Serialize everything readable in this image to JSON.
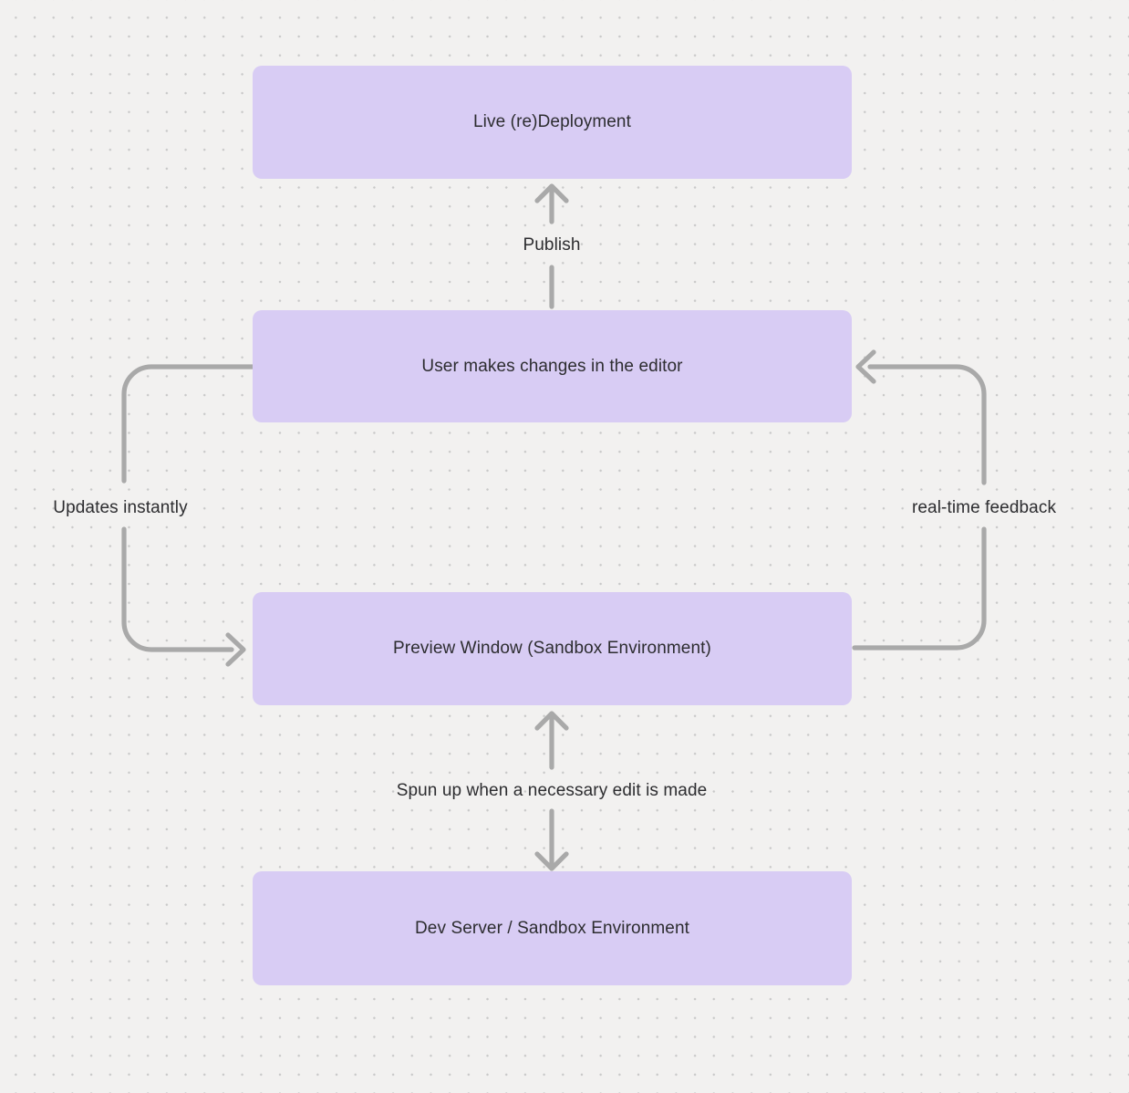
{
  "canvas": {
    "background_color": "#f2f1f0",
    "dot_color": "#c8c8c8",
    "node_fill": "#d8ccf4",
    "arrow_color": "#a9a9a9",
    "text_color": "#2d2d30"
  },
  "diagram": {
    "nodes": [
      {
        "id": "live-deployment",
        "label": "Live (re)Deployment"
      },
      {
        "id": "user-editor",
        "label": "User makes changes in the editor"
      },
      {
        "id": "preview-window",
        "label": "Preview Window (Sandbox Environment)"
      },
      {
        "id": "dev-server",
        "label": "Dev Server / Sandbox Environment"
      }
    ],
    "edges": [
      {
        "id": "publish",
        "label": "Publish",
        "from": "user-editor",
        "to": "live-deployment"
      },
      {
        "id": "updates-instantly",
        "label": "Updates instantly",
        "from": "user-editor",
        "to": "preview-window"
      },
      {
        "id": "real-time-feedback",
        "label": "real-time feedback",
        "from": "preview-window",
        "to": "user-editor"
      },
      {
        "id": "spun-up",
        "label": "Spun up when a necessary edit is made",
        "from": "preview-window",
        "to": "dev-server",
        "bidirectional": true
      }
    ]
  }
}
